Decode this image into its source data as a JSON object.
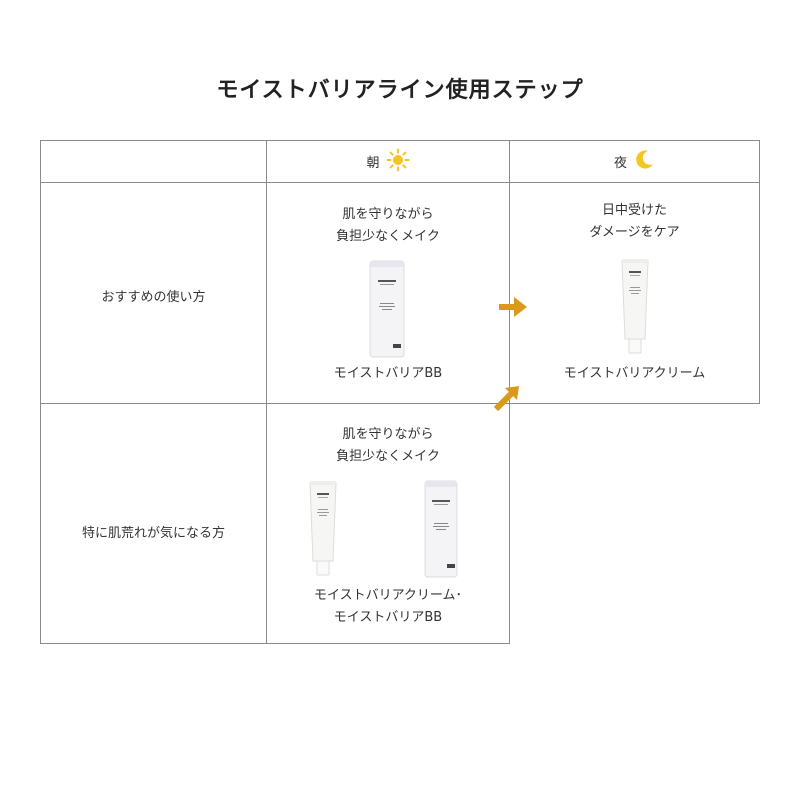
{
  "title": "モイストバリアライン使用ステップ",
  "header": {
    "morning": {
      "label": "朝",
      "icon": "sun-icon"
    },
    "night": {
      "label": "夜",
      "icon": "moon-icon"
    }
  },
  "rows": [
    {
      "label": "おすすめの使い方",
      "morning": {
        "caption_line1": "肌を守りながら",
        "caption_line2": "負担少なくメイク",
        "product": "モイストバリアBB"
      },
      "night": {
        "caption_line1": "日中受けた",
        "caption_line2": "ダメージをケア",
        "product": "モイストバリアクリーム"
      }
    },
    {
      "label": "特に肌荒れが気になる方",
      "morning": {
        "caption_line1": "肌を守りながら",
        "caption_line2": "負担少なくメイク",
        "product_line1": "モイストバリアクリーム･",
        "product_line2": "モイストバリアBB"
      }
    }
  ],
  "colors": {
    "arrow": "#d99a1c",
    "sun": "#f3c623",
    "moon": "#f3c623",
    "grid": "#8a8a8a"
  }
}
